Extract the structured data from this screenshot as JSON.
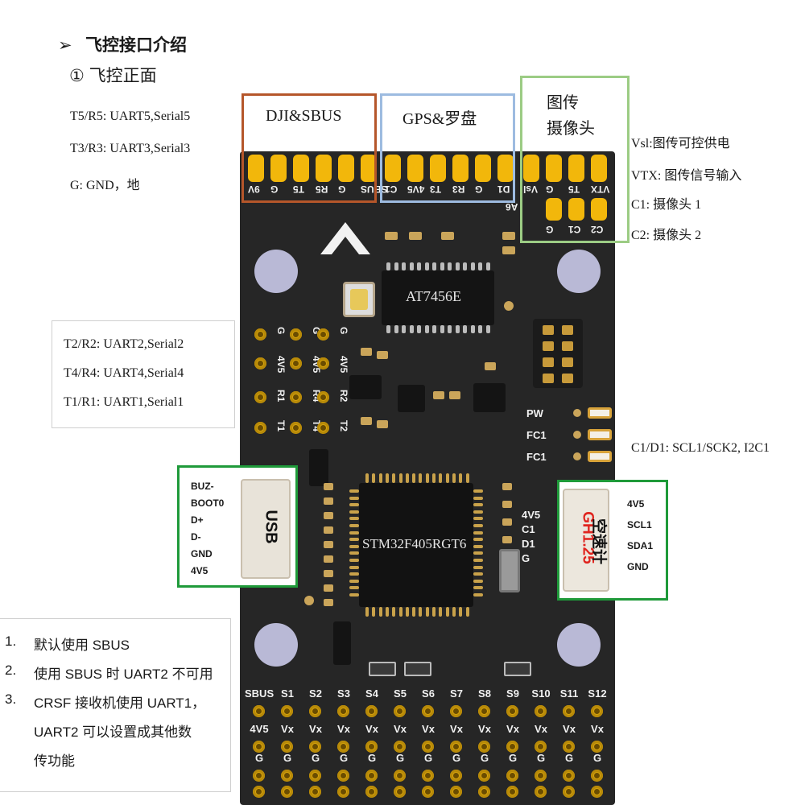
{
  "heading": {
    "arrow": "➢",
    "title": "飞控接口介绍",
    "subtitle": "① 飞控正面"
  },
  "left_notes": [
    "T5/R5: UART5,Serial5",
    "T3/R3: UART3,Serial3",
    "G: GND，地"
  ],
  "boxes": {
    "dji_sbus": "DJI&SBUS",
    "gps": "GPS&罗盘",
    "vtx_line1": "图传",
    "vtx_line2": "摄像头"
  },
  "right_notes": [
    "Vsl:图传可控供电",
    "VTX: 图传信号输入",
    "C1: 摄像头 1",
    "C2: 摄像头 2"
  ],
  "uart_box": [
    "T2/R2: UART2,Serial2",
    "T4/R4: UART4,Serial4",
    "T1/R1: UART1,Serial1"
  ],
  "i2c_note": "C1/D1: SCL1/SCK2, I2C1",
  "usb": {
    "connector_label": "USB",
    "pins": [
      "BUZ-",
      "BOOT0",
      "D+",
      "D-",
      "GND",
      "4V5"
    ]
  },
  "airspeed": {
    "connector_label": "GH1.25",
    "name": "空速计",
    "pins": [
      "4V5",
      "SCL1",
      "SDA1",
      "GND"
    ]
  },
  "bottom_notes": [
    {
      "num": "1.",
      "text": "默认使用 SBUS"
    },
    {
      "num": "2.",
      "text": "使用 SBUS 时 UART2 不可用"
    },
    {
      "num": "3.",
      "text": "CRSF 接收机使用 UART1，"
    },
    {
      "num": "",
      "text": "UART2 可以设置成其他数"
    },
    {
      "num": "",
      "text": "传功能"
    }
  ],
  "board": {
    "top_row1_labels": [
      "9V",
      "G",
      "T5",
      "R5",
      "G",
      "SBUS"
    ],
    "top_row2_labels": [
      "C1",
      "4V5",
      "T3",
      "R3",
      "G",
      "D1"
    ],
    "top_row3_labels": [
      "Vsl",
      "G",
      "T5",
      "VTX"
    ],
    "vtx_row2_labels": [
      "G",
      "C1",
      "C2"
    ],
    "vtx_small": "A6",
    "osd_chip": "AT7456E",
    "mcu_chip": "STM32F405RGT6",
    "uart_grid": [
      [
        "G",
        "G",
        "G"
      ],
      [
        "4V5",
        "4V5",
        "4V5"
      ],
      [
        "R1",
        "R4",
        "R2"
      ],
      [
        "T1",
        "T4",
        "T2"
      ]
    ],
    "led_labels": [
      "PW",
      "FC1",
      "FC1"
    ],
    "side_labels": [
      "4V5",
      "C1",
      "D1",
      "G"
    ],
    "servo_headers": [
      "SBUS",
      "S1",
      "S2",
      "S3",
      "S4",
      "S5",
      "S6",
      "S7",
      "S8",
      "S9",
      "S10",
      "S11",
      "S12"
    ],
    "servo_row2": [
      "4V5",
      "Vx",
      "Vx",
      "Vx",
      "Vx",
      "Vx",
      "Vx",
      "Vx",
      "Vx",
      "Vx",
      "Vx",
      "Vx",
      "Vx"
    ],
    "servo_row3": [
      "G",
      "G",
      "G",
      "G",
      "G",
      "G",
      "G",
      "G",
      "G",
      "G",
      "G",
      "G",
      "G"
    ]
  },
  "colors": {
    "board": "#262626",
    "pad": "#f2b70b",
    "frame_dji": "#b5562a",
    "frame_gps": "#9dbbe0",
    "frame_vtx": "#9ccc84",
    "frame_usb": "#1f9a3a",
    "frame_airspeed": "#1f9a3a"
  }
}
